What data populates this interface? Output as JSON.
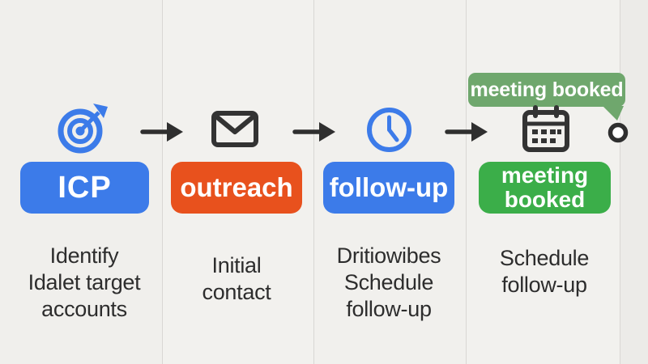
{
  "diagram": {
    "tooltip": {
      "label": "meeting booked"
    },
    "steps": [
      {
        "icon": "target-icon",
        "badge": "ICP",
        "badge_color": "#3c7be9",
        "description_lines": [
          "Identify",
          "Idalet target",
          "accounts"
        ]
      },
      {
        "icon": "envelope-icon",
        "badge": "outreach",
        "badge_color": "#e8511d",
        "description_lines": [
          "Initial",
          "contact"
        ]
      },
      {
        "icon": "clock-icon",
        "badge": "follow-up",
        "badge_color": "#3c7be9",
        "description_lines": [
          "Dritiowibes",
          "Schedule",
          "follow-up"
        ]
      },
      {
        "icon": "calendar-icon",
        "badge": "meeting booked",
        "badge_color": "#3bae49",
        "description_lines": [
          "Schedule",
          "follow-up"
        ]
      }
    ],
    "colors": {
      "background": "#f1f0ee",
      "divider": "#d9d7d4",
      "blue": "#3c7be9",
      "orange": "#e8511d",
      "green": "#3bae49",
      "tooltip_green": "#6fa76d",
      "icon_dark": "#333333",
      "text": "#2d2d2d"
    }
  }
}
